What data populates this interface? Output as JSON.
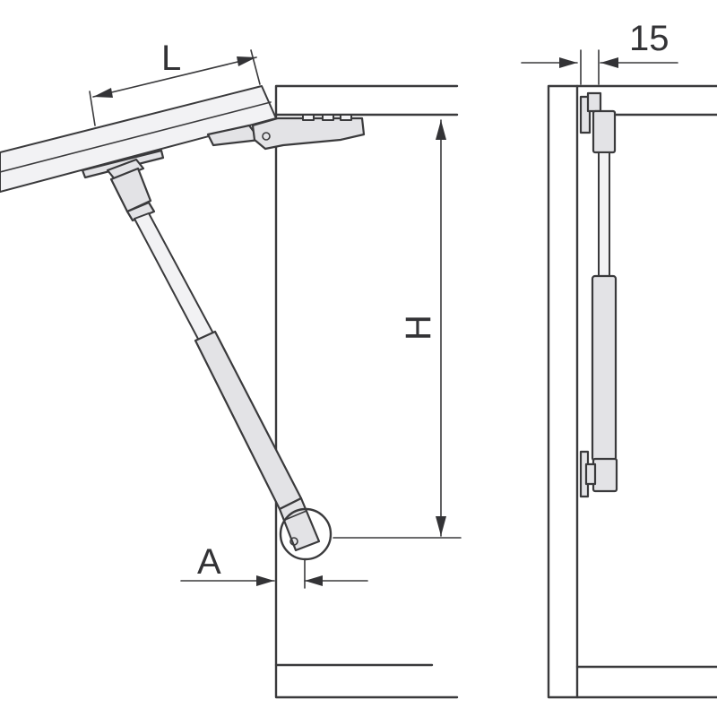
{
  "diagram": {
    "labels": {
      "length": "L",
      "height": "H",
      "offset": "A",
      "side_offset": "15"
    },
    "colors": {
      "line": "#3a3a3c",
      "part_fill": "#e3e3e6",
      "background": "#ffffff"
    }
  }
}
